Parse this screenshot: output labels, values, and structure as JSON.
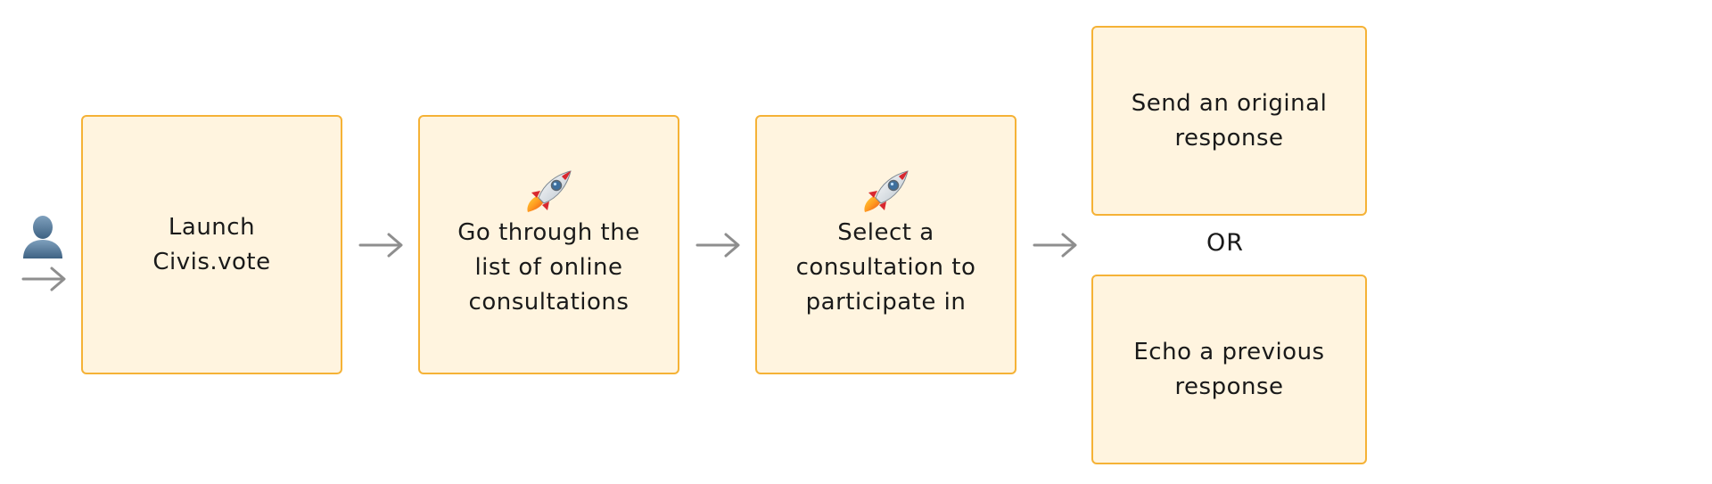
{
  "colors": {
    "box_fill": "#fff4df",
    "box_border": "#f5b236",
    "arrow": "#8e8e8e",
    "user_icon": "#4f7393"
  },
  "actor": {
    "icon": "user-silhouette-icon"
  },
  "steps": [
    {
      "label": "Launch\nCivis.vote",
      "icon": ""
    },
    {
      "label": "Go through the\nlist of online\nconsultations",
      "icon": "rocket-icon"
    },
    {
      "label": "Select a\nconsultation to\nparticipate in",
      "icon": "rocket-icon"
    }
  ],
  "options": [
    {
      "label": "Send an original\nresponse"
    },
    {
      "label": "Echo a previous\nresponse"
    }
  ],
  "separator": "OR"
}
